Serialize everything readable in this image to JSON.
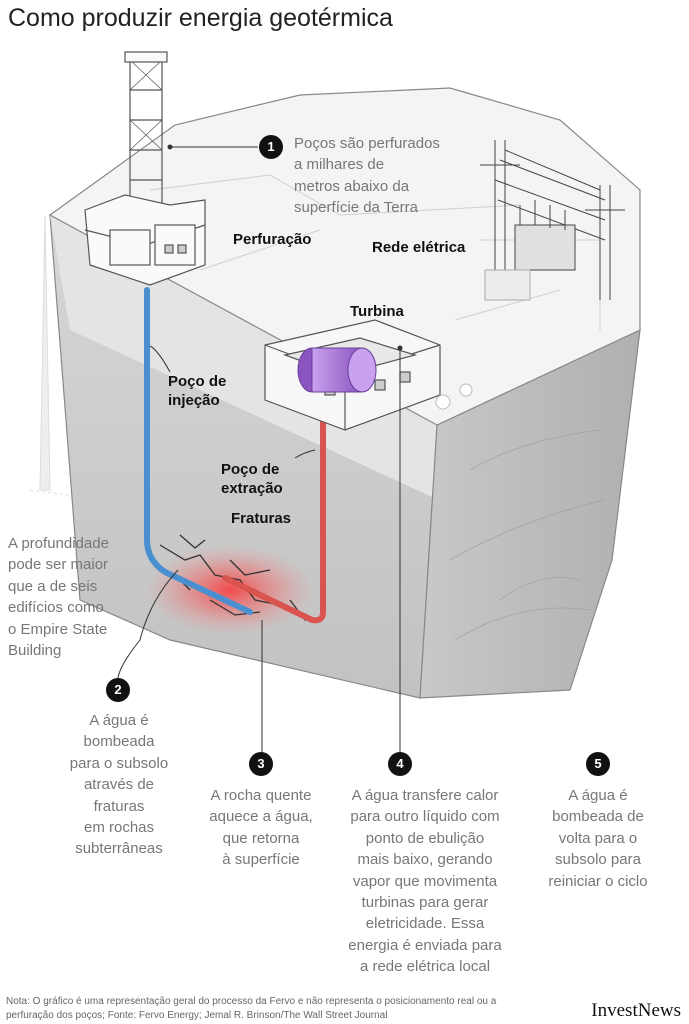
{
  "title": "Como produzir energia geotérmica",
  "labels": {
    "drilling": "Perfuração",
    "grid": "Rede elétrica",
    "turbine": "Turbina",
    "injection_well_line1": "Poço de",
    "injection_well_line2": "injeção",
    "extraction_well_line1": "Poço de",
    "extraction_well_line2": "extração",
    "fractures": "Fraturas"
  },
  "depth_note": [
    "A profundidade",
    "pode ser maior",
    "que a de seis",
    "edifícios como",
    "o Empire State",
    "Building"
  ],
  "steps": [
    {
      "number": "1",
      "lines": [
        "Poços são perfurados",
        "a milhares de",
        "metros abaixo da",
        "superfície da Terra"
      ]
    },
    {
      "number": "2",
      "lines": [
        "A água é",
        "bombeada",
        "para o subsolo",
        "através de",
        "fraturas",
        "em rochas",
        "subterrâneas"
      ]
    },
    {
      "number": "3",
      "lines": [
        "A rocha quente",
        "aquece a água,",
        "que retorna",
        "à superfície"
      ]
    },
    {
      "number": "4",
      "lines": [
        "A água transfere calor",
        "para outro líquido com",
        "ponto de ebulição",
        "mais baixo, gerando",
        "vapor que movimenta",
        "turbinas para gerar",
        "eletricidade. Essa",
        "energia é enviada para",
        "a rede elétrica local"
      ]
    },
    {
      "number": "5",
      "lines": [
        "A água é",
        "bombeada de",
        "volta para o",
        "subsolo para",
        "reiniciar o ciclo"
      ]
    }
  ],
  "footnote": "Nota: O gráfico é uma representação geral do processo da Fervo e não representa o posicionamento real ou a perfuração dos poços; Fonte: Fervo Energy; Jemal R. Brinson/The Wall Street Journal",
  "logo": "InvestNews",
  "colors": {
    "injection_pipe": "#4a90d0",
    "extraction_pipe": "#d9534f",
    "heat_glow": "#ff3b3b",
    "turbine": "#a070d0"
  }
}
